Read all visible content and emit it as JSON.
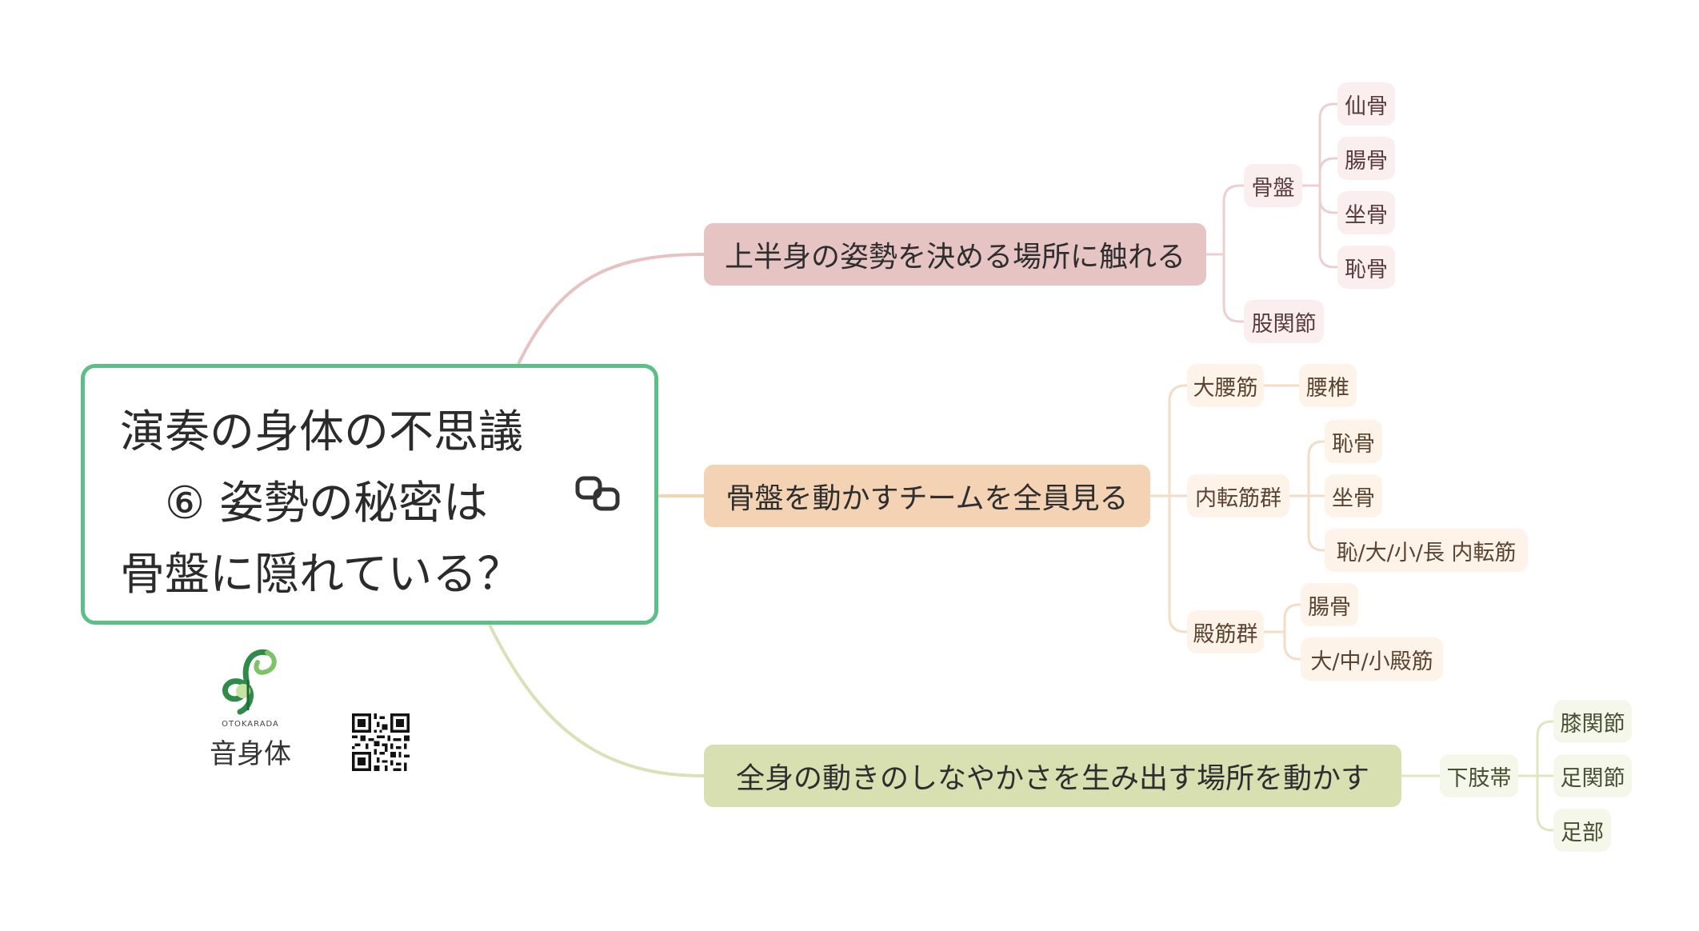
{
  "central": {
    "lines": [
      "演奏の身体の不思議",
      "　⑥ 姿勢の秘密は",
      "骨盤に隠れている？"
    ],
    "icon": "link-icon"
  },
  "branches": [
    {
      "label": "上半身の姿勢を決める場所に触れる",
      "color": "#e6c4c4",
      "line_color": "#e4bcbc",
      "children": [
        {
          "label": "骨盤",
          "children": [
            "仙骨",
            "腸骨",
            "坐骨",
            "恥骨"
          ]
        },
        {
          "label": "股関節",
          "children": []
        }
      ]
    },
    {
      "label": "骨盤を動かすチームを全員見る",
      "color": "#f3d3b3",
      "line_color": "#f0d2b2",
      "children": [
        {
          "label": "大腰筋",
          "children": [
            "腰椎"
          ]
        },
        {
          "label": "内転筋群",
          "children": [
            "恥骨",
            "坐骨",
            "恥/大/小/長 内転筋"
          ]
        },
        {
          "label": "殿筋群",
          "children": [
            "腸骨",
            "大/中/小殿筋"
          ]
        }
      ]
    },
    {
      "label": "全身の動きのしなやかさを生み出す場所を動かす",
      "color": "#d8dfb0",
      "line_color": "#d6ddae",
      "children": [
        {
          "label": "下肢帯",
          "children": [
            "膝関節",
            "足関節",
            "足部"
          ]
        }
      ]
    }
  ],
  "logo": {
    "roman": "OTOKARADA",
    "name": "音身体",
    "icon": "treble-clef-logo-icon"
  },
  "qr": {
    "icon": "qr-code-icon"
  }
}
